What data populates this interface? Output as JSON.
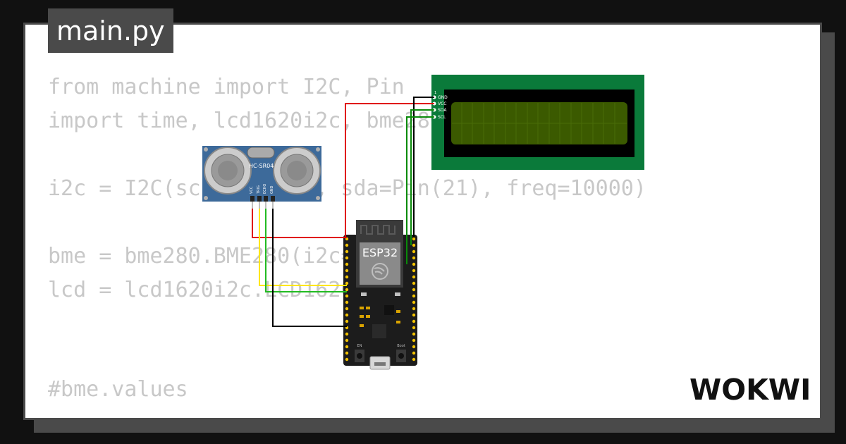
{
  "tab": {
    "filename": "main.py"
  },
  "code": {
    "lines": [
      "from machine import I2C, Pin",
      "import time, lcd1620i2c, bme280",
      "",
      "i2c = I2C(scl=Pin(22), sda=Pin(21), freq=10000)",
      "",
      "bme = bme280.BME280(i2c=i2c)",
      "lcd = lcd1620i2c.LCD1620(i2c)"
    ],
    "comment": "#bme.values"
  },
  "sensor": {
    "model": "HC-SR04",
    "pins": [
      "VCC",
      "TRIG",
      "ECHO",
      "GND"
    ]
  },
  "lcd": {
    "pins": [
      "GND",
      "VCC",
      "SDA",
      "SCL"
    ]
  },
  "board": {
    "label": "ESP32",
    "boot_label": "Boot",
    "en_label": "EN"
  },
  "brand": {
    "name": "WOKWI"
  },
  "colors": {
    "background": "#111111",
    "panel": "#ffffff",
    "frame": "#4a4a4a",
    "code_text": "#c8c8c8",
    "wire_power": "#e00000",
    "wire_ground": "#000000",
    "wire_trig": "#ffe600",
    "wire_echo": "#22bb22",
    "wire_i2c": "#0a8a0a",
    "lcd_board": "#0a7a3a",
    "lcd_screen": "#3b5a00",
    "sensor_board": "#3d6a9a"
  }
}
